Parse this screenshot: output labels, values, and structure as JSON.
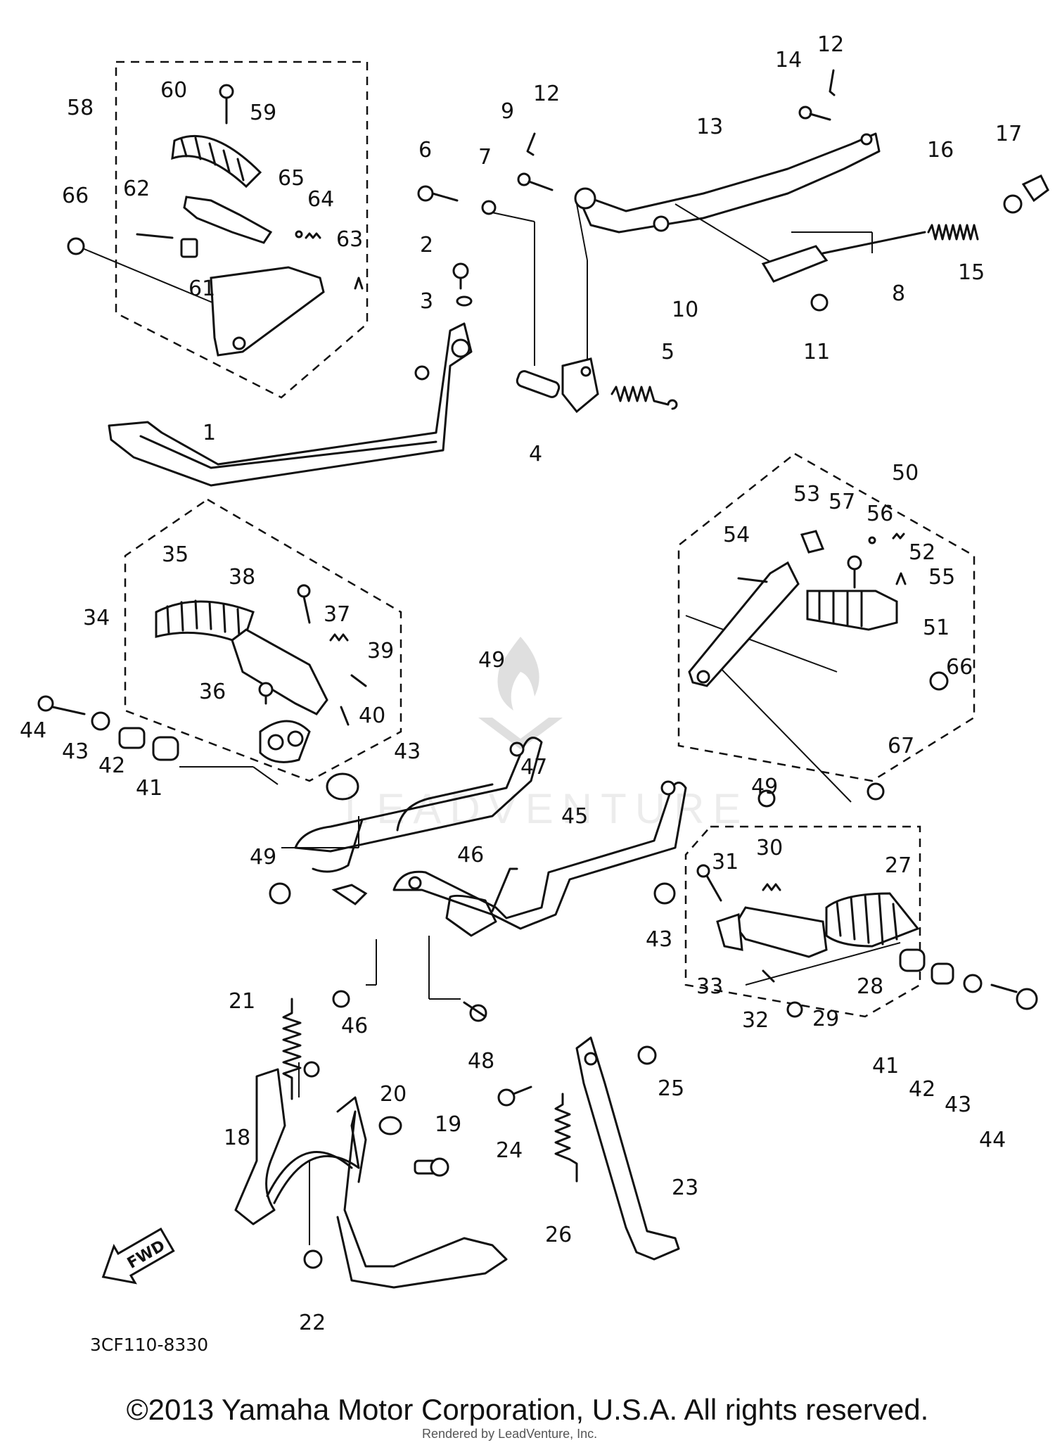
{
  "diagram": {
    "callouts": [
      {
        "id": "1",
        "label": "1"
      },
      {
        "id": "2",
        "label": "2"
      },
      {
        "id": "3",
        "label": "3"
      },
      {
        "id": "4",
        "label": "4"
      },
      {
        "id": "5",
        "label": "5"
      },
      {
        "id": "6",
        "label": "6"
      },
      {
        "id": "7",
        "label": "7"
      },
      {
        "id": "8",
        "label": "8"
      },
      {
        "id": "9",
        "label": "9"
      },
      {
        "id": "10",
        "label": "10"
      },
      {
        "id": "11",
        "label": "11"
      },
      {
        "id": "12a",
        "label": "12"
      },
      {
        "id": "12b",
        "label": "12"
      },
      {
        "id": "13",
        "label": "13"
      },
      {
        "id": "14",
        "label": "14"
      },
      {
        "id": "15",
        "label": "15"
      },
      {
        "id": "16",
        "label": "16"
      },
      {
        "id": "17",
        "label": "17"
      },
      {
        "id": "18",
        "label": "18"
      },
      {
        "id": "19",
        "label": "19"
      },
      {
        "id": "20",
        "label": "20"
      },
      {
        "id": "21",
        "label": "21"
      },
      {
        "id": "22",
        "label": "22"
      },
      {
        "id": "23",
        "label": "23"
      },
      {
        "id": "24",
        "label": "24"
      },
      {
        "id": "25",
        "label": "25"
      },
      {
        "id": "26",
        "label": "26"
      },
      {
        "id": "27",
        "label": "27"
      },
      {
        "id": "28",
        "label": "28"
      },
      {
        "id": "29",
        "label": "29"
      },
      {
        "id": "30",
        "label": "30"
      },
      {
        "id": "31",
        "label": "31"
      },
      {
        "id": "32",
        "label": "32"
      },
      {
        "id": "33",
        "label": "33"
      },
      {
        "id": "34",
        "label": "34"
      },
      {
        "id": "35",
        "label": "35"
      },
      {
        "id": "36",
        "label": "36"
      },
      {
        "id": "37",
        "label": "37"
      },
      {
        "id": "38",
        "label": "38"
      },
      {
        "id": "39",
        "label": "39"
      },
      {
        "id": "40",
        "label": "40"
      },
      {
        "id": "41a",
        "label": "41"
      },
      {
        "id": "41b",
        "label": "41"
      },
      {
        "id": "42a",
        "label": "42"
      },
      {
        "id": "42b",
        "label": "42"
      },
      {
        "id": "43a",
        "label": "43"
      },
      {
        "id": "43b",
        "label": "43"
      },
      {
        "id": "43c",
        "label": "43"
      },
      {
        "id": "43d",
        "label": "43"
      },
      {
        "id": "44a",
        "label": "44"
      },
      {
        "id": "44b",
        "label": "44"
      },
      {
        "id": "45",
        "label": "45"
      },
      {
        "id": "46a",
        "label": "46"
      },
      {
        "id": "46b",
        "label": "46"
      },
      {
        "id": "47",
        "label": "47"
      },
      {
        "id": "48",
        "label": "48"
      },
      {
        "id": "49a",
        "label": "49"
      },
      {
        "id": "49b",
        "label": "49"
      },
      {
        "id": "49c",
        "label": "49"
      },
      {
        "id": "50",
        "label": "50"
      },
      {
        "id": "51",
        "label": "51"
      },
      {
        "id": "52",
        "label": "52"
      },
      {
        "id": "53",
        "label": "53"
      },
      {
        "id": "54",
        "label": "54"
      },
      {
        "id": "55",
        "label": "55"
      },
      {
        "id": "56",
        "label": "56"
      },
      {
        "id": "57",
        "label": "57"
      },
      {
        "id": "58",
        "label": "58"
      },
      {
        "id": "59",
        "label": "59"
      },
      {
        "id": "60",
        "label": "60"
      },
      {
        "id": "61",
        "label": "61"
      },
      {
        "id": "62",
        "label": "62"
      },
      {
        "id": "63",
        "label": "63"
      },
      {
        "id": "64",
        "label": "64"
      },
      {
        "id": "65",
        "label": "65"
      },
      {
        "id": "66a",
        "label": "66"
      },
      {
        "id": "66b",
        "label": "66"
      },
      {
        "id": "67",
        "label": "67"
      }
    ],
    "fwd_label": "FWD",
    "diagram_code": "3CF110-8330",
    "watermark_text": "LEADVENTURE"
  },
  "footer": {
    "copyright": "©2013 Yamaha Motor Corporation, U.S.A. All rights reserved.",
    "rendered_by": "Rendered by LeadVenture, Inc."
  }
}
